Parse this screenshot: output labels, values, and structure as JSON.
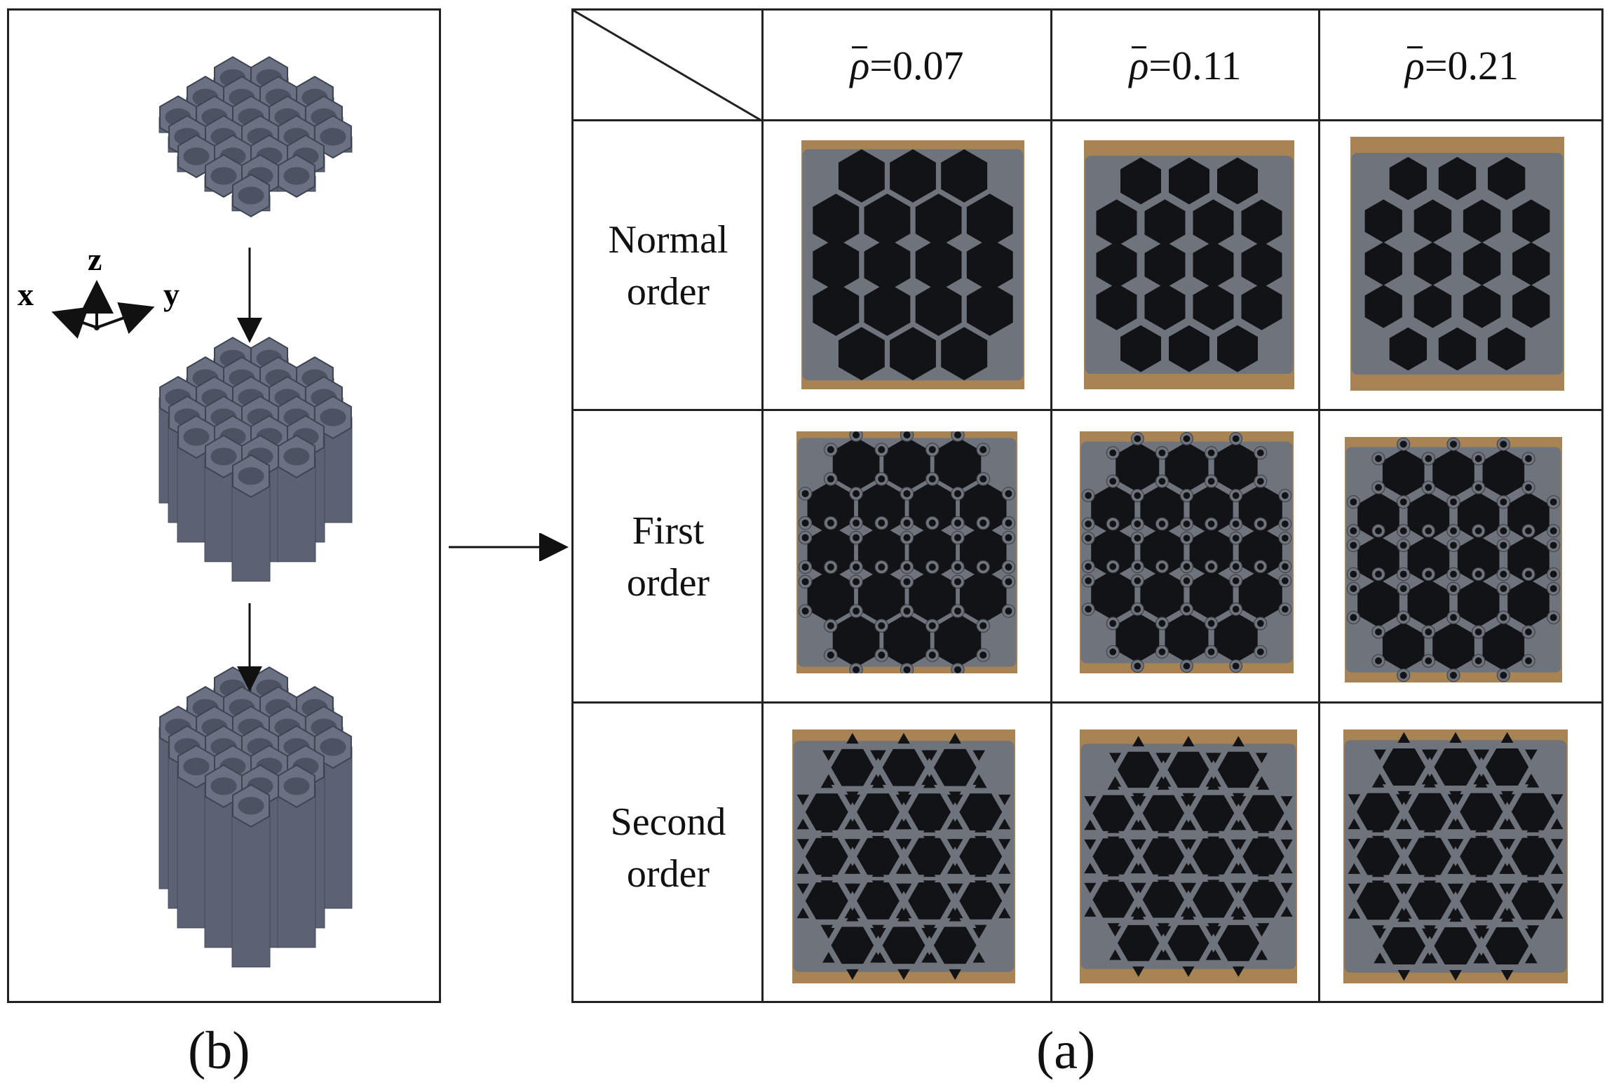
{
  "panel_b": {
    "caption": "(b)",
    "axes": {
      "x": "x",
      "y": "y",
      "z": "z"
    },
    "models": [
      "model-top-thin-layer",
      "model-middle-extruded",
      "model-bottom-tall-extruded"
    ]
  },
  "panel_a": {
    "caption": "(a)",
    "columns": [
      {
        "symbol": "ρ",
        "value": "=0.07"
      },
      {
        "symbol": "ρ",
        "value": "=0.11"
      },
      {
        "symbol": "ρ",
        "value": "=0.21"
      }
    ],
    "rows": [
      {
        "line1": "Normal",
        "line2": "order",
        "pattern": "hexagon"
      },
      {
        "line1": "First",
        "line2": "order",
        "pattern": "first"
      },
      {
        "line1": "Second",
        "line2": "order",
        "pattern": "second"
      }
    ],
    "colors": {
      "wood": "#a88354",
      "print": "#6f747c",
      "hole": "#121316",
      "cad": "#6a7183"
    }
  }
}
